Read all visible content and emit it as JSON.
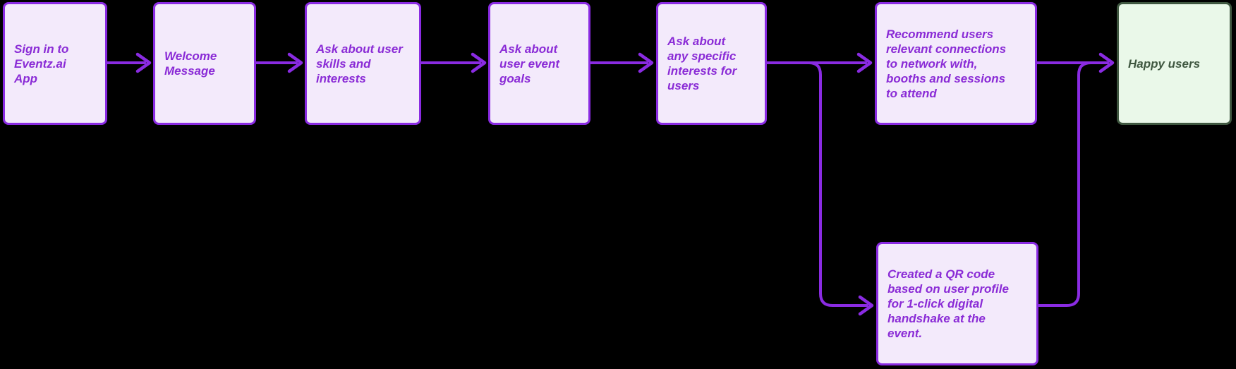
{
  "colors": {
    "background": "#000000",
    "line": "#8A2BE2",
    "node_border": "#8A2BE2",
    "node_fill": "#F3EAFB",
    "node_text": "#8A2BD6",
    "success_fill": "#EAF8E9",
    "success_border": "#3F5740",
    "success_text": "#3F5740"
  },
  "diagram": {
    "type": "flowchart",
    "direction": "left-to-right",
    "nodes": [
      {
        "id": "signin",
        "label": "Sign in to\nEventz.ai\nApp"
      },
      {
        "id": "welcome",
        "label": "Welcome\nMessage"
      },
      {
        "id": "ask_skills",
        "label": "Ask about user\nskills and\ninterests"
      },
      {
        "id": "ask_goals",
        "label": "Ask about\nuser event\ngoals"
      },
      {
        "id": "ask_interests",
        "label": "Ask about\nany specific\ninterests for\nusers"
      },
      {
        "id": "recommend",
        "label": "Recommend users\nrelevant connections\nto network with,\nbooths and sessions\nto attend"
      },
      {
        "id": "happy",
        "label": "Happy users"
      },
      {
        "id": "qr",
        "label": "Created a QR code\nbased on user profile\nfor 1-click digital\nhandshake at the\nevent."
      }
    ],
    "edges": [
      {
        "from": "signin",
        "to": "welcome"
      },
      {
        "from": "welcome",
        "to": "ask_skills"
      },
      {
        "from": "ask_skills",
        "to": "ask_goals"
      },
      {
        "from": "ask_goals",
        "to": "ask_interests"
      },
      {
        "from": "ask_interests",
        "to": "recommend"
      },
      {
        "from": "ask_interests",
        "to": "qr"
      },
      {
        "from": "recommend",
        "to": "happy"
      },
      {
        "from": "qr",
        "to": "happy"
      }
    ]
  }
}
